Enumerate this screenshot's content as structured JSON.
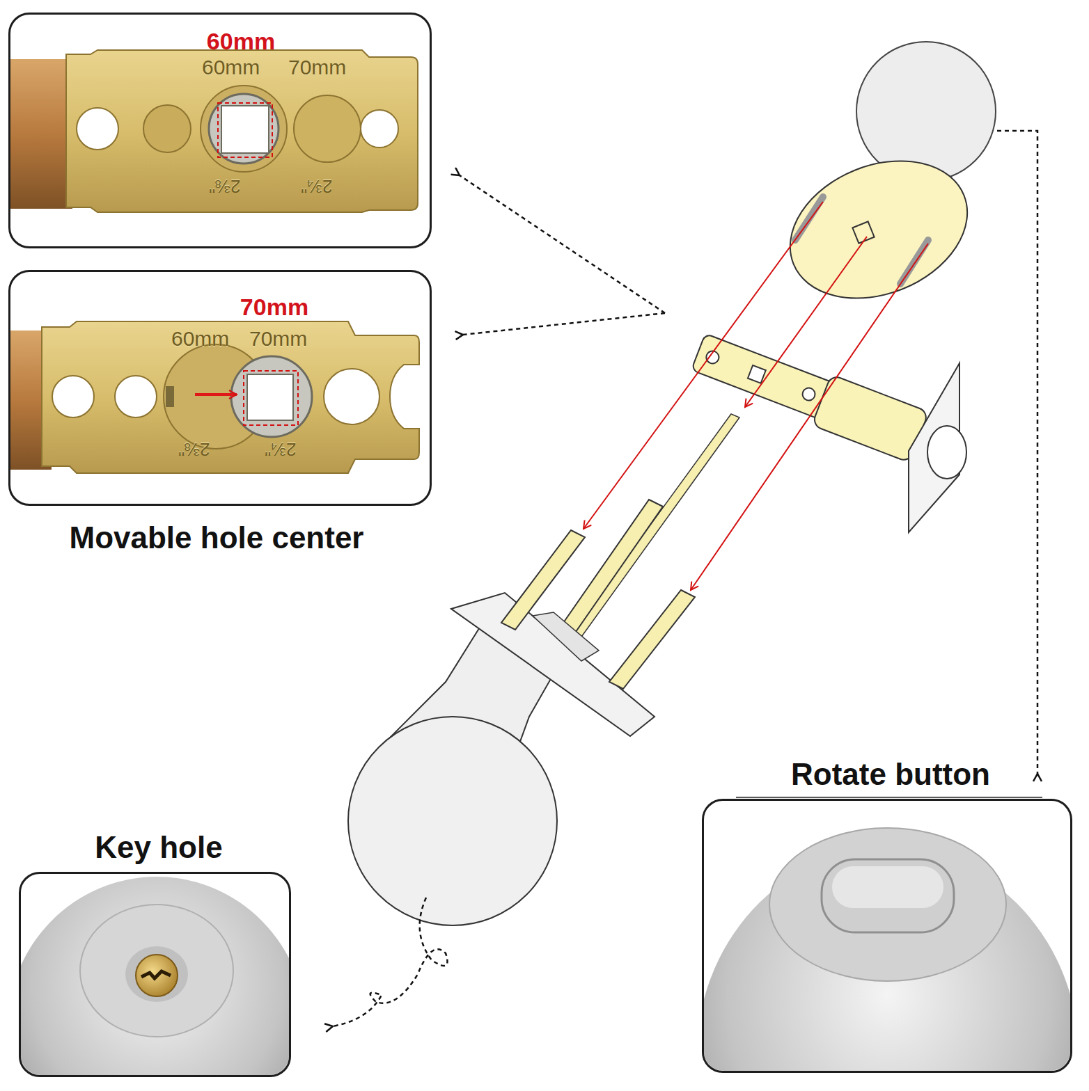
{
  "diagram": {
    "nodes": [
      {
        "text": [
          "60mm"
        ]
      },
      {
        "text": [
          "70mm",
          "Movable hole center"
        ]
      },
      {
        "text": [
          "Key hole"
        ]
      },
      {
        "text": [
          "Rotate button"
        ]
      }
    ],
    "labels": [
      "60mm",
      "70mm",
      "2⅜\"",
      "2¾\"",
      "60mm",
      "70mm",
      "2⅜\"",
      "2¾\""
    ]
  }
}
